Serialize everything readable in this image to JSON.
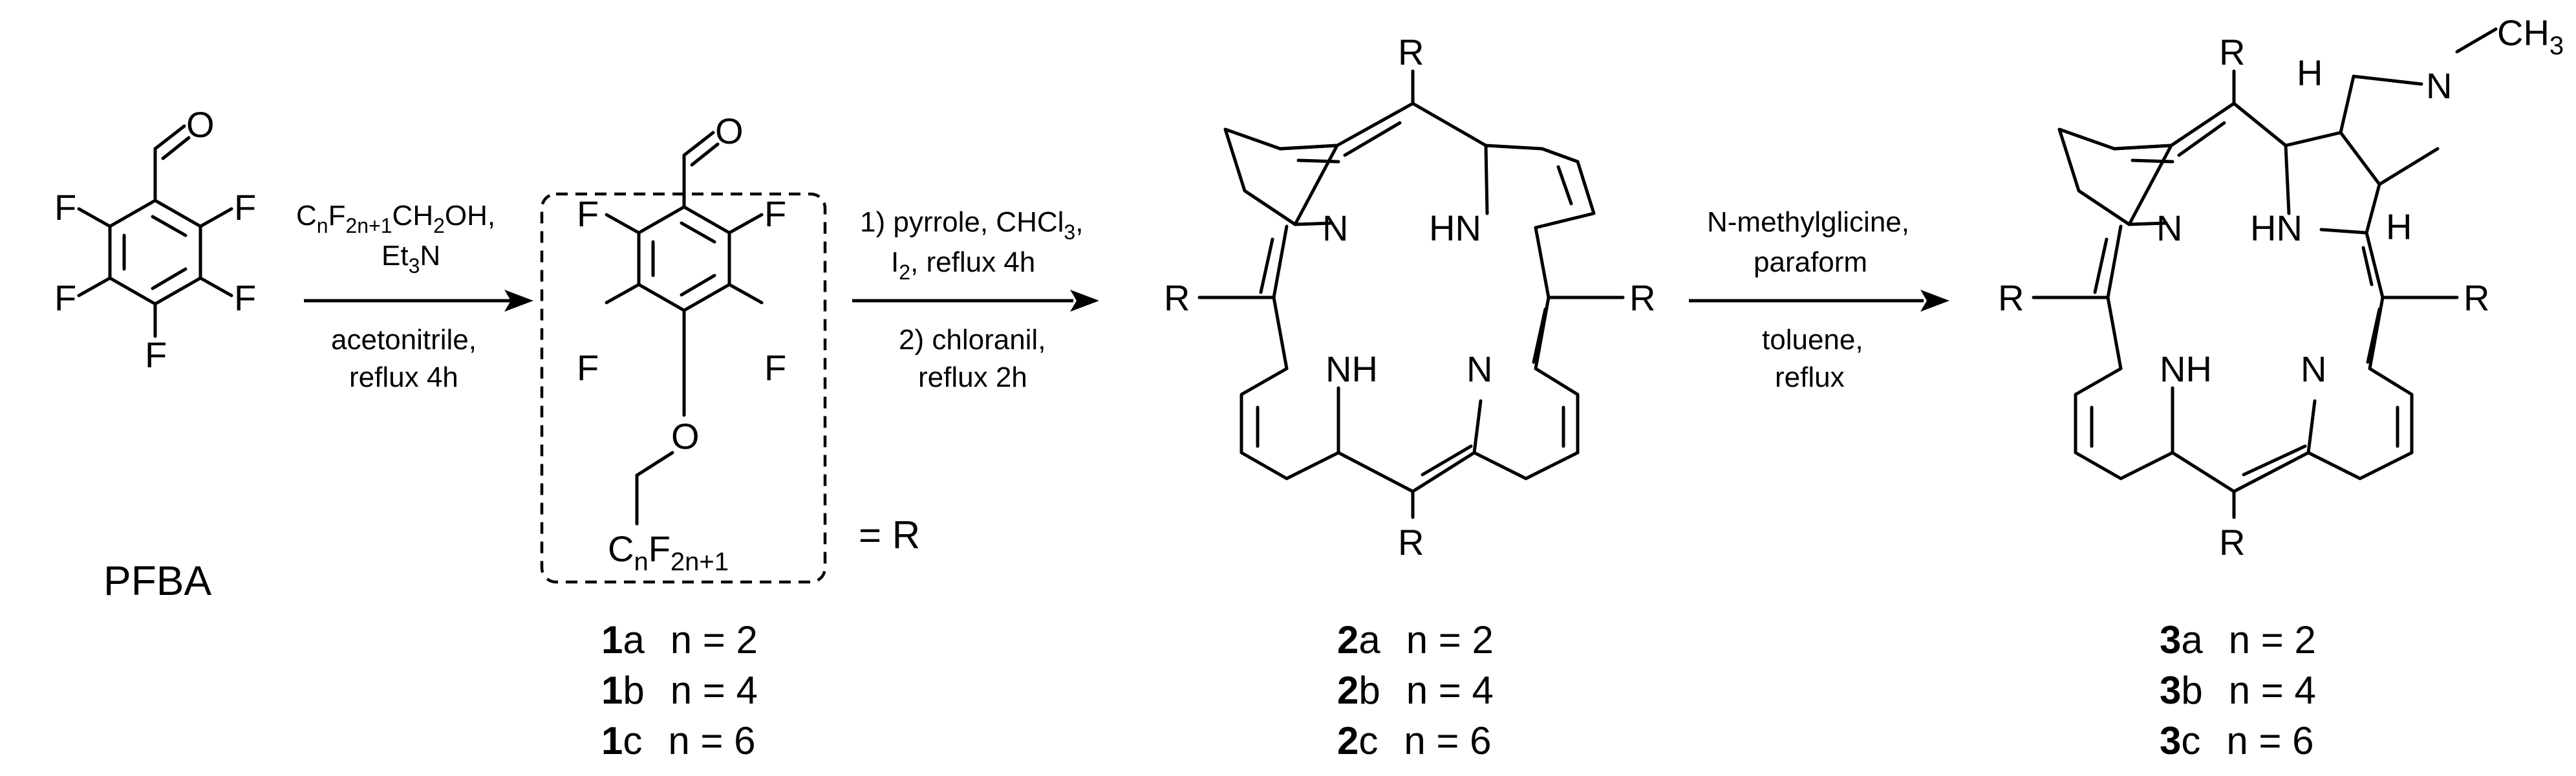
{
  "start": {
    "label": "PFBA"
  },
  "atoms": {
    "O": "O",
    "F": "F",
    "N": "N",
    "HN": "HN",
    "NH": "NH",
    "H": "H",
    "R": "R",
    "CH3": "CH",
    "CH3_sub": "3"
  },
  "step1": {
    "reagent_line1_parts": [
      "C",
      "n",
      "F",
      "2n+1",
      "CH",
      "2",
      "OH,"
    ],
    "reagent_line2_parts": [
      "Et",
      "3",
      "N"
    ],
    "cond_line1": "acetonitrile,",
    "cond_line2": "reflux 4h"
  },
  "step2": {
    "line1_parts": [
      "1) pyrrole, CHCl",
      "3",
      ","
    ],
    "line2_parts": [
      "I",
      "2",
      ", reflux 4h"
    ],
    "line3": "2) chloranil,",
    "line4": "reflux 2h"
  },
  "step3": {
    "line1": "N-methylglicine,",
    "line2": "paraform",
    "line3": "toluene,",
    "line4": "reflux"
  },
  "r_def": {
    "chain_parts": [
      "C",
      "n",
      "F",
      "2n+1"
    ],
    "equals": "= R"
  },
  "series": [
    {
      "group": "1",
      "items": [
        {
          "num": "1",
          "letter": "a",
          "cond": "n = 2"
        },
        {
          "num": "1",
          "letter": "b",
          "cond": "n = 4"
        },
        {
          "num": "1",
          "letter": "c",
          "cond": "n = 6"
        }
      ]
    },
    {
      "group": "2",
      "items": [
        {
          "num": "2",
          "letter": "a",
          "cond": "n = 2"
        },
        {
          "num": "2",
          "letter": "b",
          "cond": "n = 4"
        },
        {
          "num": "2",
          "letter": "c",
          "cond": "n = 6"
        }
      ]
    },
    {
      "group": "3",
      "items": [
        {
          "num": "3",
          "letter": "a",
          "cond": "n = 2"
        },
        {
          "num": "3",
          "letter": "b",
          "cond": "n = 4"
        },
        {
          "num": "3",
          "letter": "c",
          "cond": "n = 6"
        }
      ]
    }
  ]
}
